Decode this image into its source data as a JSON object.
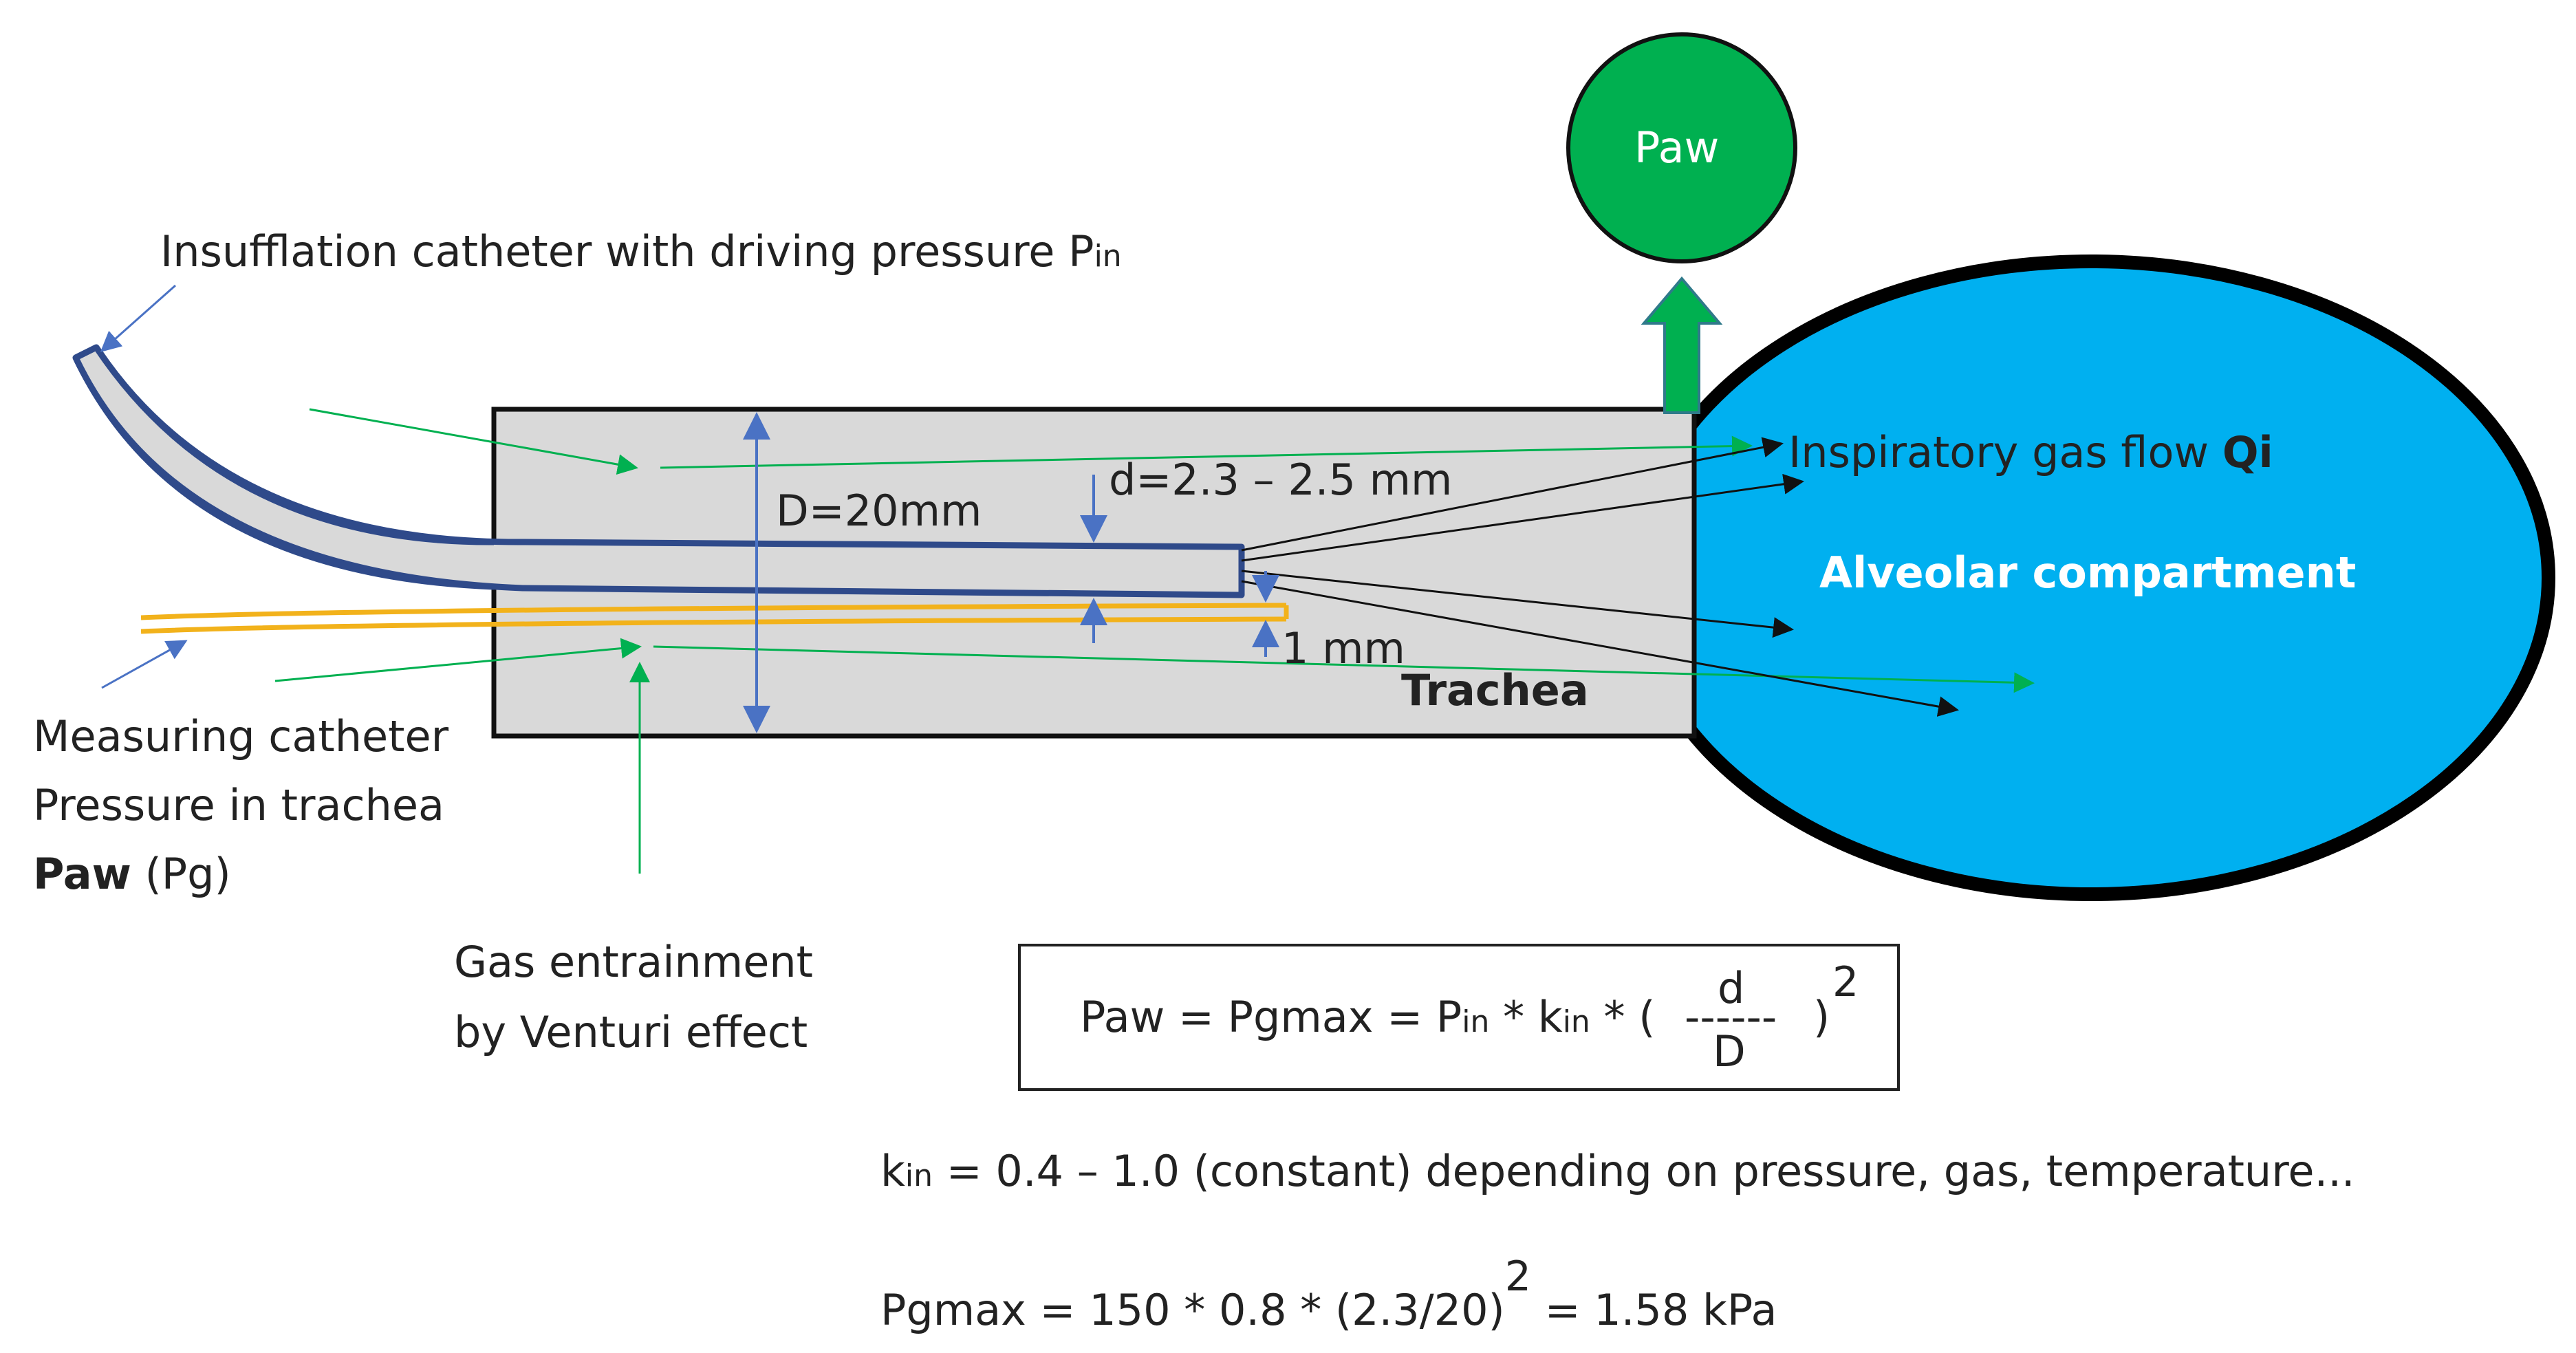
{
  "labels": {
    "paw_circle": "Paw",
    "insufflation_main": "Insufflation catheter with driving pressure P",
    "insufflation_sub": "in",
    "inner_diameter": "d=2.3 – 2.5 mm",
    "trachea_diameter": "D=20mm",
    "inspiratory_flow": "Inspiratory gas flow ",
    "inspiratory_flow_bold": "Qi",
    "alveolar": "Alveolar compartment",
    "gap": "1 mm",
    "trachea": "Trachea",
    "measuring_line1": "Measuring catheter",
    "measuring_line2": "Pressure in trachea",
    "measuring_line3_bold": "Paw",
    "measuring_line3_rest": " (Pg)",
    "entrainment_line1": "Gas entrainment",
    "entrainment_line2": "by Venturi effect"
  },
  "formula": {
    "left": "Paw = Pgmax = P",
    "sub1": "in",
    "mid": " * k",
    "sub2": "in",
    "mid2": " * (",
    "numerator": "d",
    "dashes": "------",
    "denominator": "D",
    "close": ")",
    "exponent": "2"
  },
  "notes": {
    "kin_sub": "k",
    "kin_sub2": "in",
    "kin_text": " = 0.4 – 1.0 (constant) depending on pressure, gas, temperature...",
    "pgmax_text": "Pgmax = 150 * 0.8 * (2.3/20)",
    "pgmax_exp": "2",
    "pgmax_result": " = 1.58 kPa"
  },
  "colors": {
    "catheter": "#2f4a8a",
    "measuring": "#f2b21b",
    "green": "#00b050",
    "alveolar": "#00b0f0",
    "trachea_fill": "#d9d9d9",
    "dim_arrow": "#4a72c4"
  }
}
